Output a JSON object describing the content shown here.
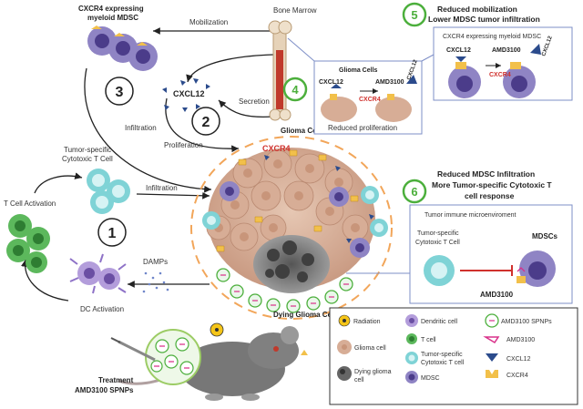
{
  "labels": {
    "cxcr4_mdsc_title_1": "CXCR4 expressing",
    "cxcr4_mdsc_title_2": "myeloid MDSC",
    "mobilization": "Mobilization",
    "bone_marrow": "Bone Marrow",
    "cxcl12": "CXCL12",
    "secretion": "Secretion",
    "infiltration_top": "Infiltration",
    "proliferation": "Proliferation",
    "glioma_cells_main": "Glioma Cells",
    "cxcr4_main": "CXCR4",
    "tumor_specific_1": "Tumor-specific",
    "tumor_specific_2": "Cytotoxic T Cell",
    "infiltration_mid": "Infiltration",
    "t_cell_activation": "T Cell  Activation",
    "damps": "DAMPs",
    "dc_activation": "DC Activation",
    "dying_glioma_cells": "Dying Glioma Cells",
    "treatment_1": "Treatment",
    "treatment_2": "AMD3100 SPNPs"
  },
  "steps": [
    "1",
    "2",
    "3",
    "4",
    "5",
    "6"
  ],
  "panel4": {
    "title": "Glioma Cells",
    "cxcl12": "CXCL12",
    "amd3100": "AMD3100",
    "cxcr4": "CXCR4",
    "cxcl12_side": "CXCL12",
    "caption": "Reduced proliferation"
  },
  "panel5": {
    "heading_1": "Reduced mobilization",
    "heading_2": "Lower MDSC tumor infiltration",
    "title": "CXCR4 expressing myeloid MDSC",
    "cxcl12": "CXCL12",
    "amd3100": "AMD3100",
    "cxcr4": "CXCR4",
    "cxcl12_side": "CXCL12"
  },
  "panel6": {
    "heading_1": "Reduced MDSC Infiltration",
    "heading_2": "More Tumor-specific Cytotoxic T",
    "heading_3": "cell response",
    "title": "Tumor immune microenviroment",
    "tcell_1": "Tumor-specific",
    "tcell_2": "Cytotoxic T Cell",
    "mdscs": "MDSCs",
    "amd3100": "AMD3100"
  },
  "legend": {
    "radiation": "Radiation",
    "dendritic_cell": "Dendritic cell",
    "spnps": "AMD3100 SPNPs",
    "t_cell": "T cell",
    "amd3100": "AMD3100",
    "glioma_cell": "Glioma cell",
    "tumor_t_1": "Tumor-specific",
    "tumor_t_2": "Cytotoxic T cell",
    "cxcl12": "CXCL12",
    "dying_glioma_1": "Dying glioma",
    "dying_glioma_2": "cell",
    "mdsc": "MDSC",
    "cxcr4": "CXCR4"
  },
  "colors": {
    "green": "#4caf3c",
    "red": "#d0312d",
    "mdsc": "#8f84c4",
    "nucleus": "#4b3c8a",
    "tcell": "#7fd3d6",
    "tcell_nucleus": "#d6f3f4",
    "tumor": "#d9b8a3",
    "receptor": "#f2c04a",
    "cxcl12": "#2b4b8c",
    "amd": "#d9308a",
    "panel_border": "#7e8fc7"
  }
}
